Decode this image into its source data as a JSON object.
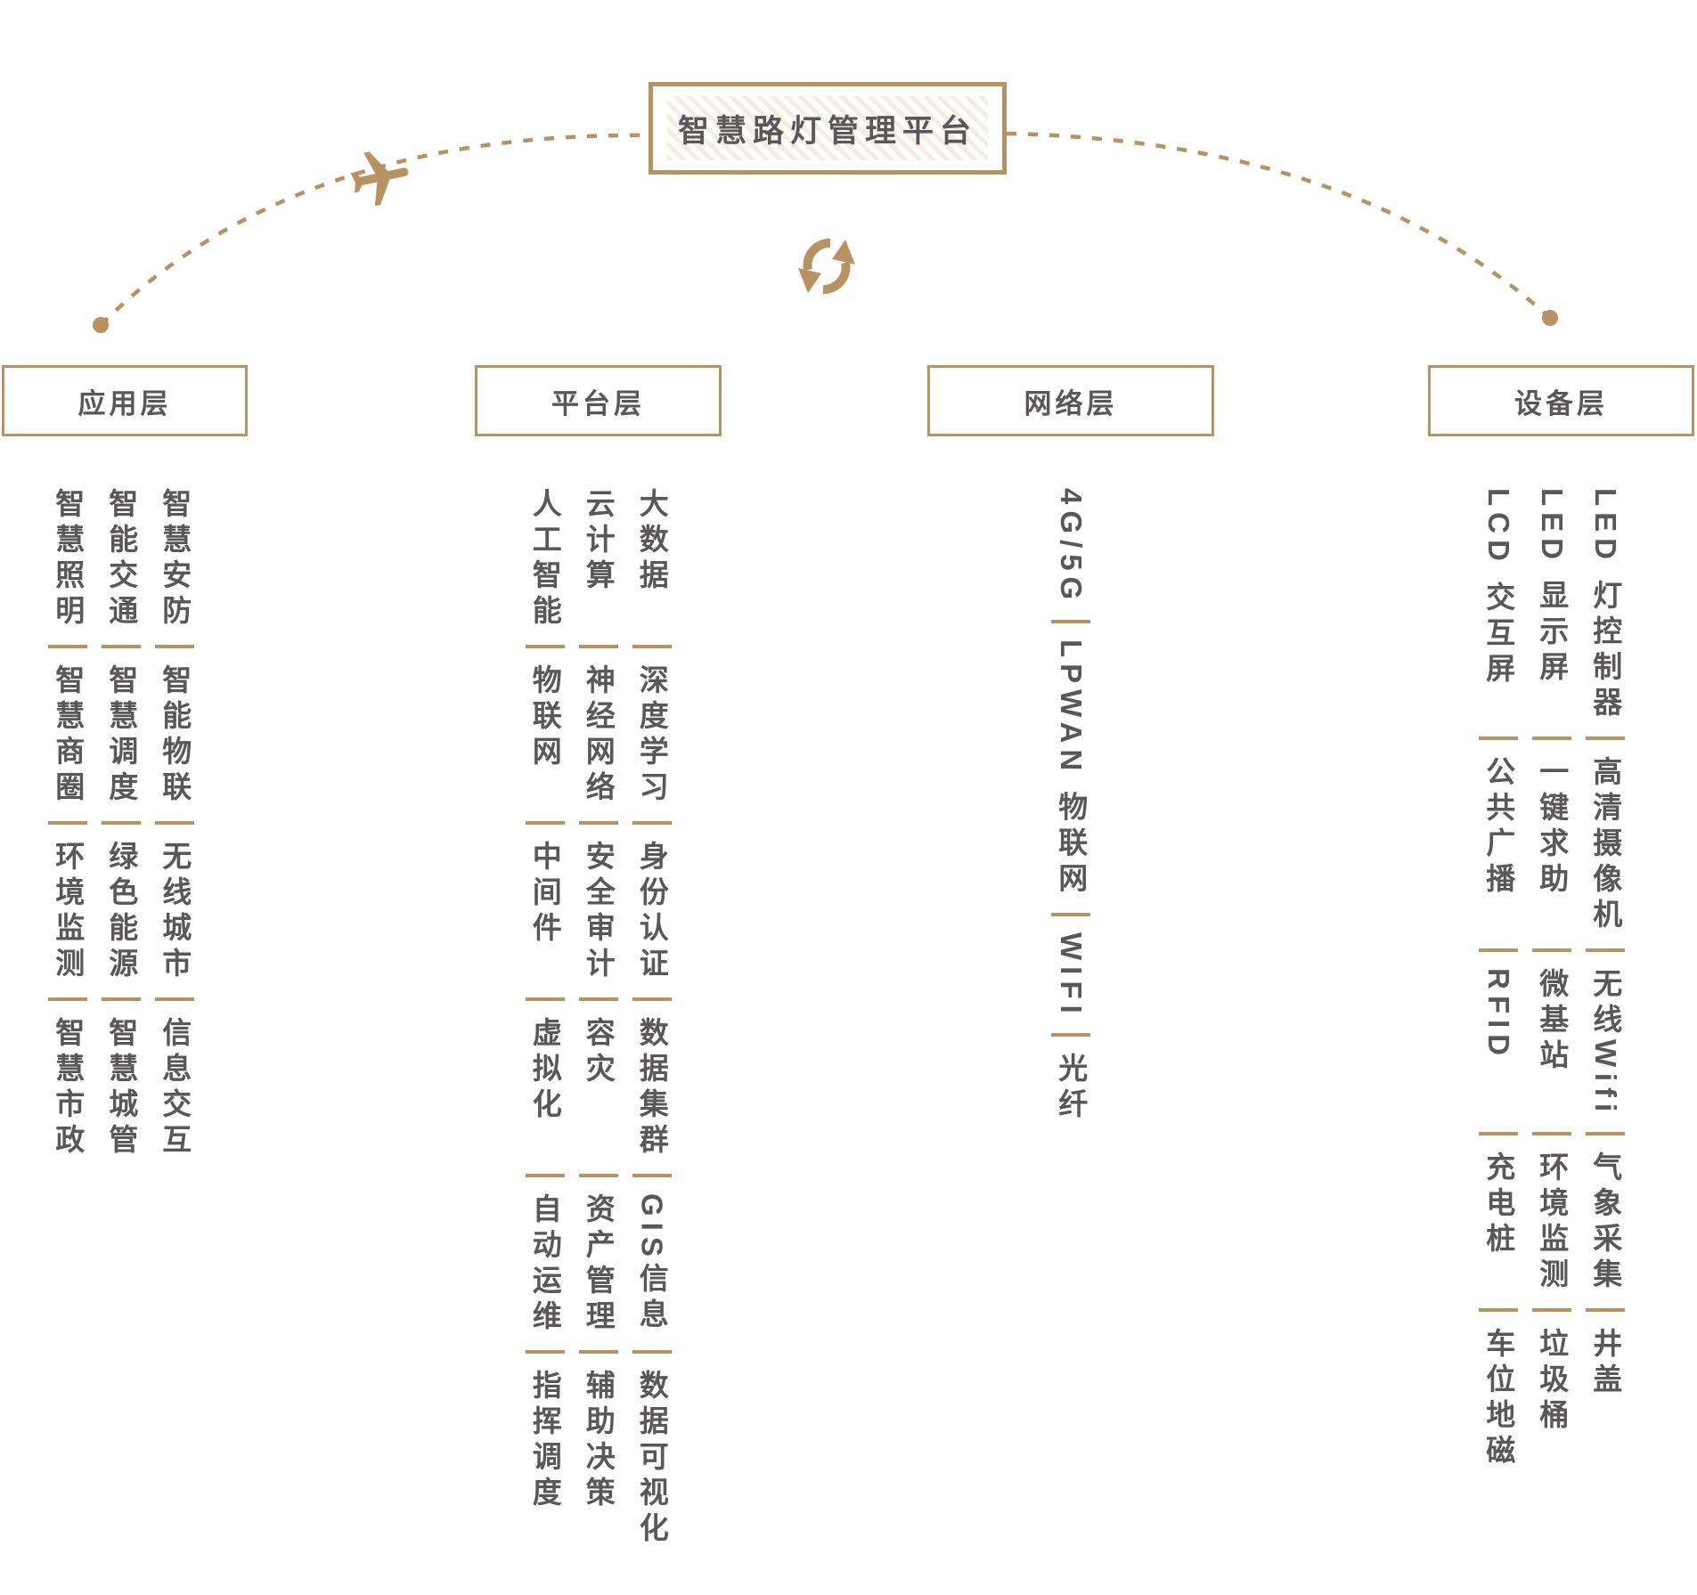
{
  "title": "智慧路灯管理平台",
  "colors": {
    "accent": "#b89262",
    "text": "#595757",
    "hatch": "#f4ede1"
  },
  "decorations": {
    "airplane_icon": "airplane",
    "sync_icon": "sync-arrows",
    "connector_style": "dashed-arc-with-end-dots"
  },
  "layers": [
    {
      "id": "application",
      "label": "应用层",
      "columns": [
        [
          "智慧照明",
          "智慧商圈",
          "环境监测",
          "智慧市政"
        ],
        [
          "智能交通",
          "智慧调度",
          "绿色能源",
          "智慧城管"
        ],
        [
          "智慧安防",
          "智能物联",
          "无线城市",
          "信息交互"
        ]
      ]
    },
    {
      "id": "platform",
      "label": "平台层",
      "columns": [
        [
          "人工智能",
          "物联网",
          "中间件",
          "虚拟化",
          "自动运维",
          "指挥调度"
        ],
        [
          "云计算",
          "神经网络",
          "安全审计",
          "容灾",
          "资产管理",
          "辅助决策"
        ],
        [
          "大数据",
          "深度学习",
          "身份认证",
          "数据集群",
          "GIS信息",
          "数据可视化"
        ]
      ]
    },
    {
      "id": "network",
      "label": "网络层",
      "columns": [
        [
          "4G/5G",
          "LPWAN 物联网",
          "WIFI",
          "光纤"
        ]
      ]
    },
    {
      "id": "device",
      "label": "设备层",
      "columns": [
        [
          "LCD 交互屏",
          "公共广播",
          "RFID",
          "充电桩",
          "车位地磁"
        ],
        [
          "LED 显示屏",
          "一键求助",
          "微基站",
          "环境监测",
          "垃圾桶"
        ],
        [
          "LED 灯控制器",
          "高清摄像机",
          "无线Wifi",
          "气象采集",
          "井盖"
        ]
      ]
    }
  ]
}
